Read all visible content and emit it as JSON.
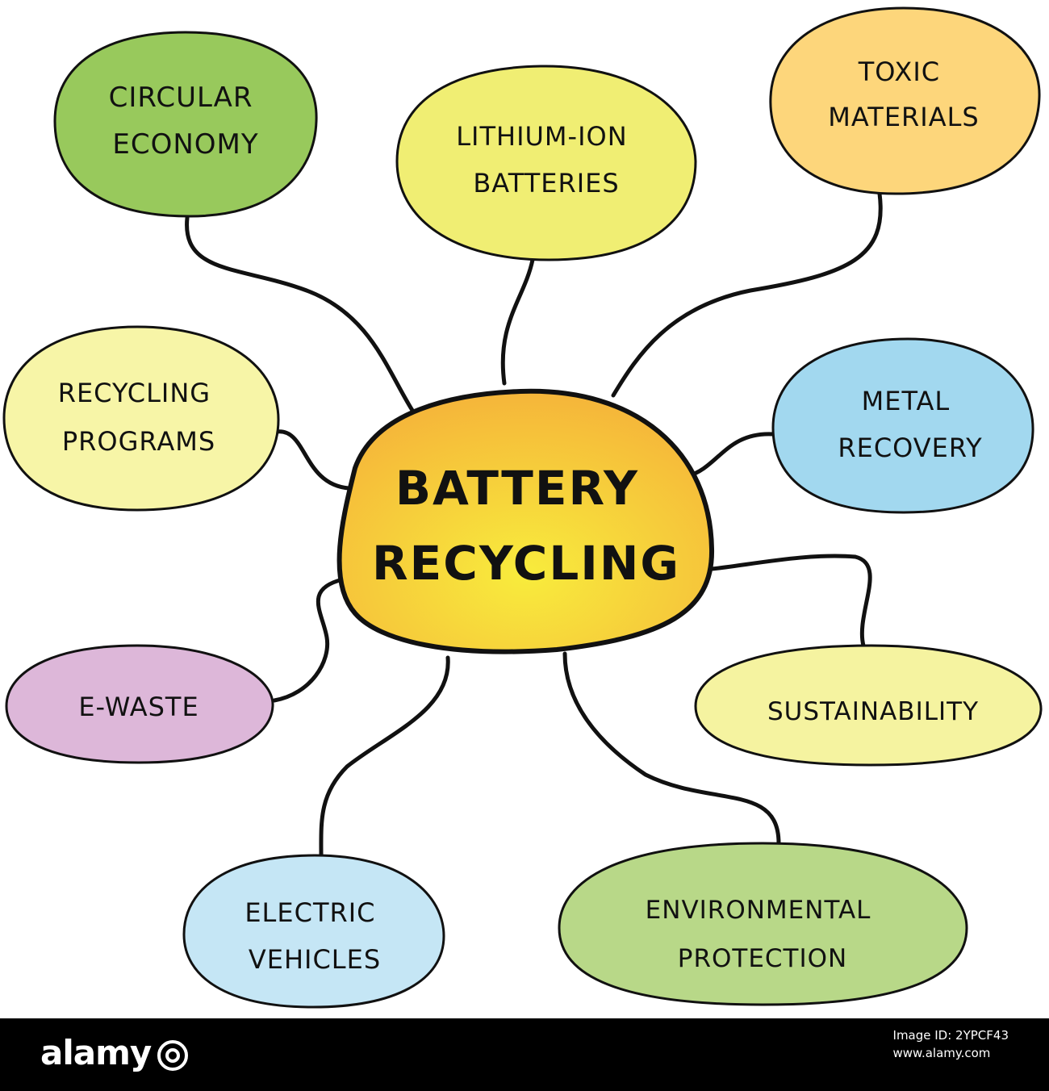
{
  "center": {
    "line1": "BATTERY",
    "line2": "RECYCLING"
  },
  "nodes": [
    {
      "key": "circular-economy",
      "lines": [
        "CIRCULAR",
        "ECONOMY"
      ],
      "color": "#98c95c"
    },
    {
      "key": "lithium-ion-batteries",
      "lines": [
        "LITHIUM-ION",
        "BATTERIES"
      ],
      "color": "#f0ee73"
    },
    {
      "key": "toxic-materials",
      "lines": [
        "TOXIC",
        "MATERIALS"
      ],
      "color": "#fdd67b"
    },
    {
      "key": "recycling-programs",
      "lines": [
        "RECYCLING",
        "PROGRAMS"
      ],
      "color": "#f7f5a7"
    },
    {
      "key": "metal-recovery",
      "lines": [
        "METAL",
        "RECOVERY"
      ],
      "color": "#a2d8ef"
    },
    {
      "key": "e-waste",
      "lines": [
        "E-WASTE"
      ],
      "color": "#ddb7d9"
    },
    {
      "key": "sustainability",
      "lines": [
        "SUSTAINABILITY"
      ],
      "color": "#f5f3a0"
    },
    {
      "key": "electric-vehicles",
      "lines": [
        "ELECTRIC",
        "VEHICLES"
      ],
      "color": "#c5e6f5"
    },
    {
      "key": "environmental-protection",
      "lines": [
        "ENVIRONMENTAL",
        "PROTECTION"
      ],
      "color": "#b8d888"
    }
  ],
  "colors": {
    "center_top": "#f5b93a",
    "center_bottom": "#f8ea3a",
    "outline": "#111111"
  },
  "footer": {
    "brand": "alamy",
    "image_id": "Image ID: 2YPCF43",
    "site": "www.alamy.com"
  }
}
